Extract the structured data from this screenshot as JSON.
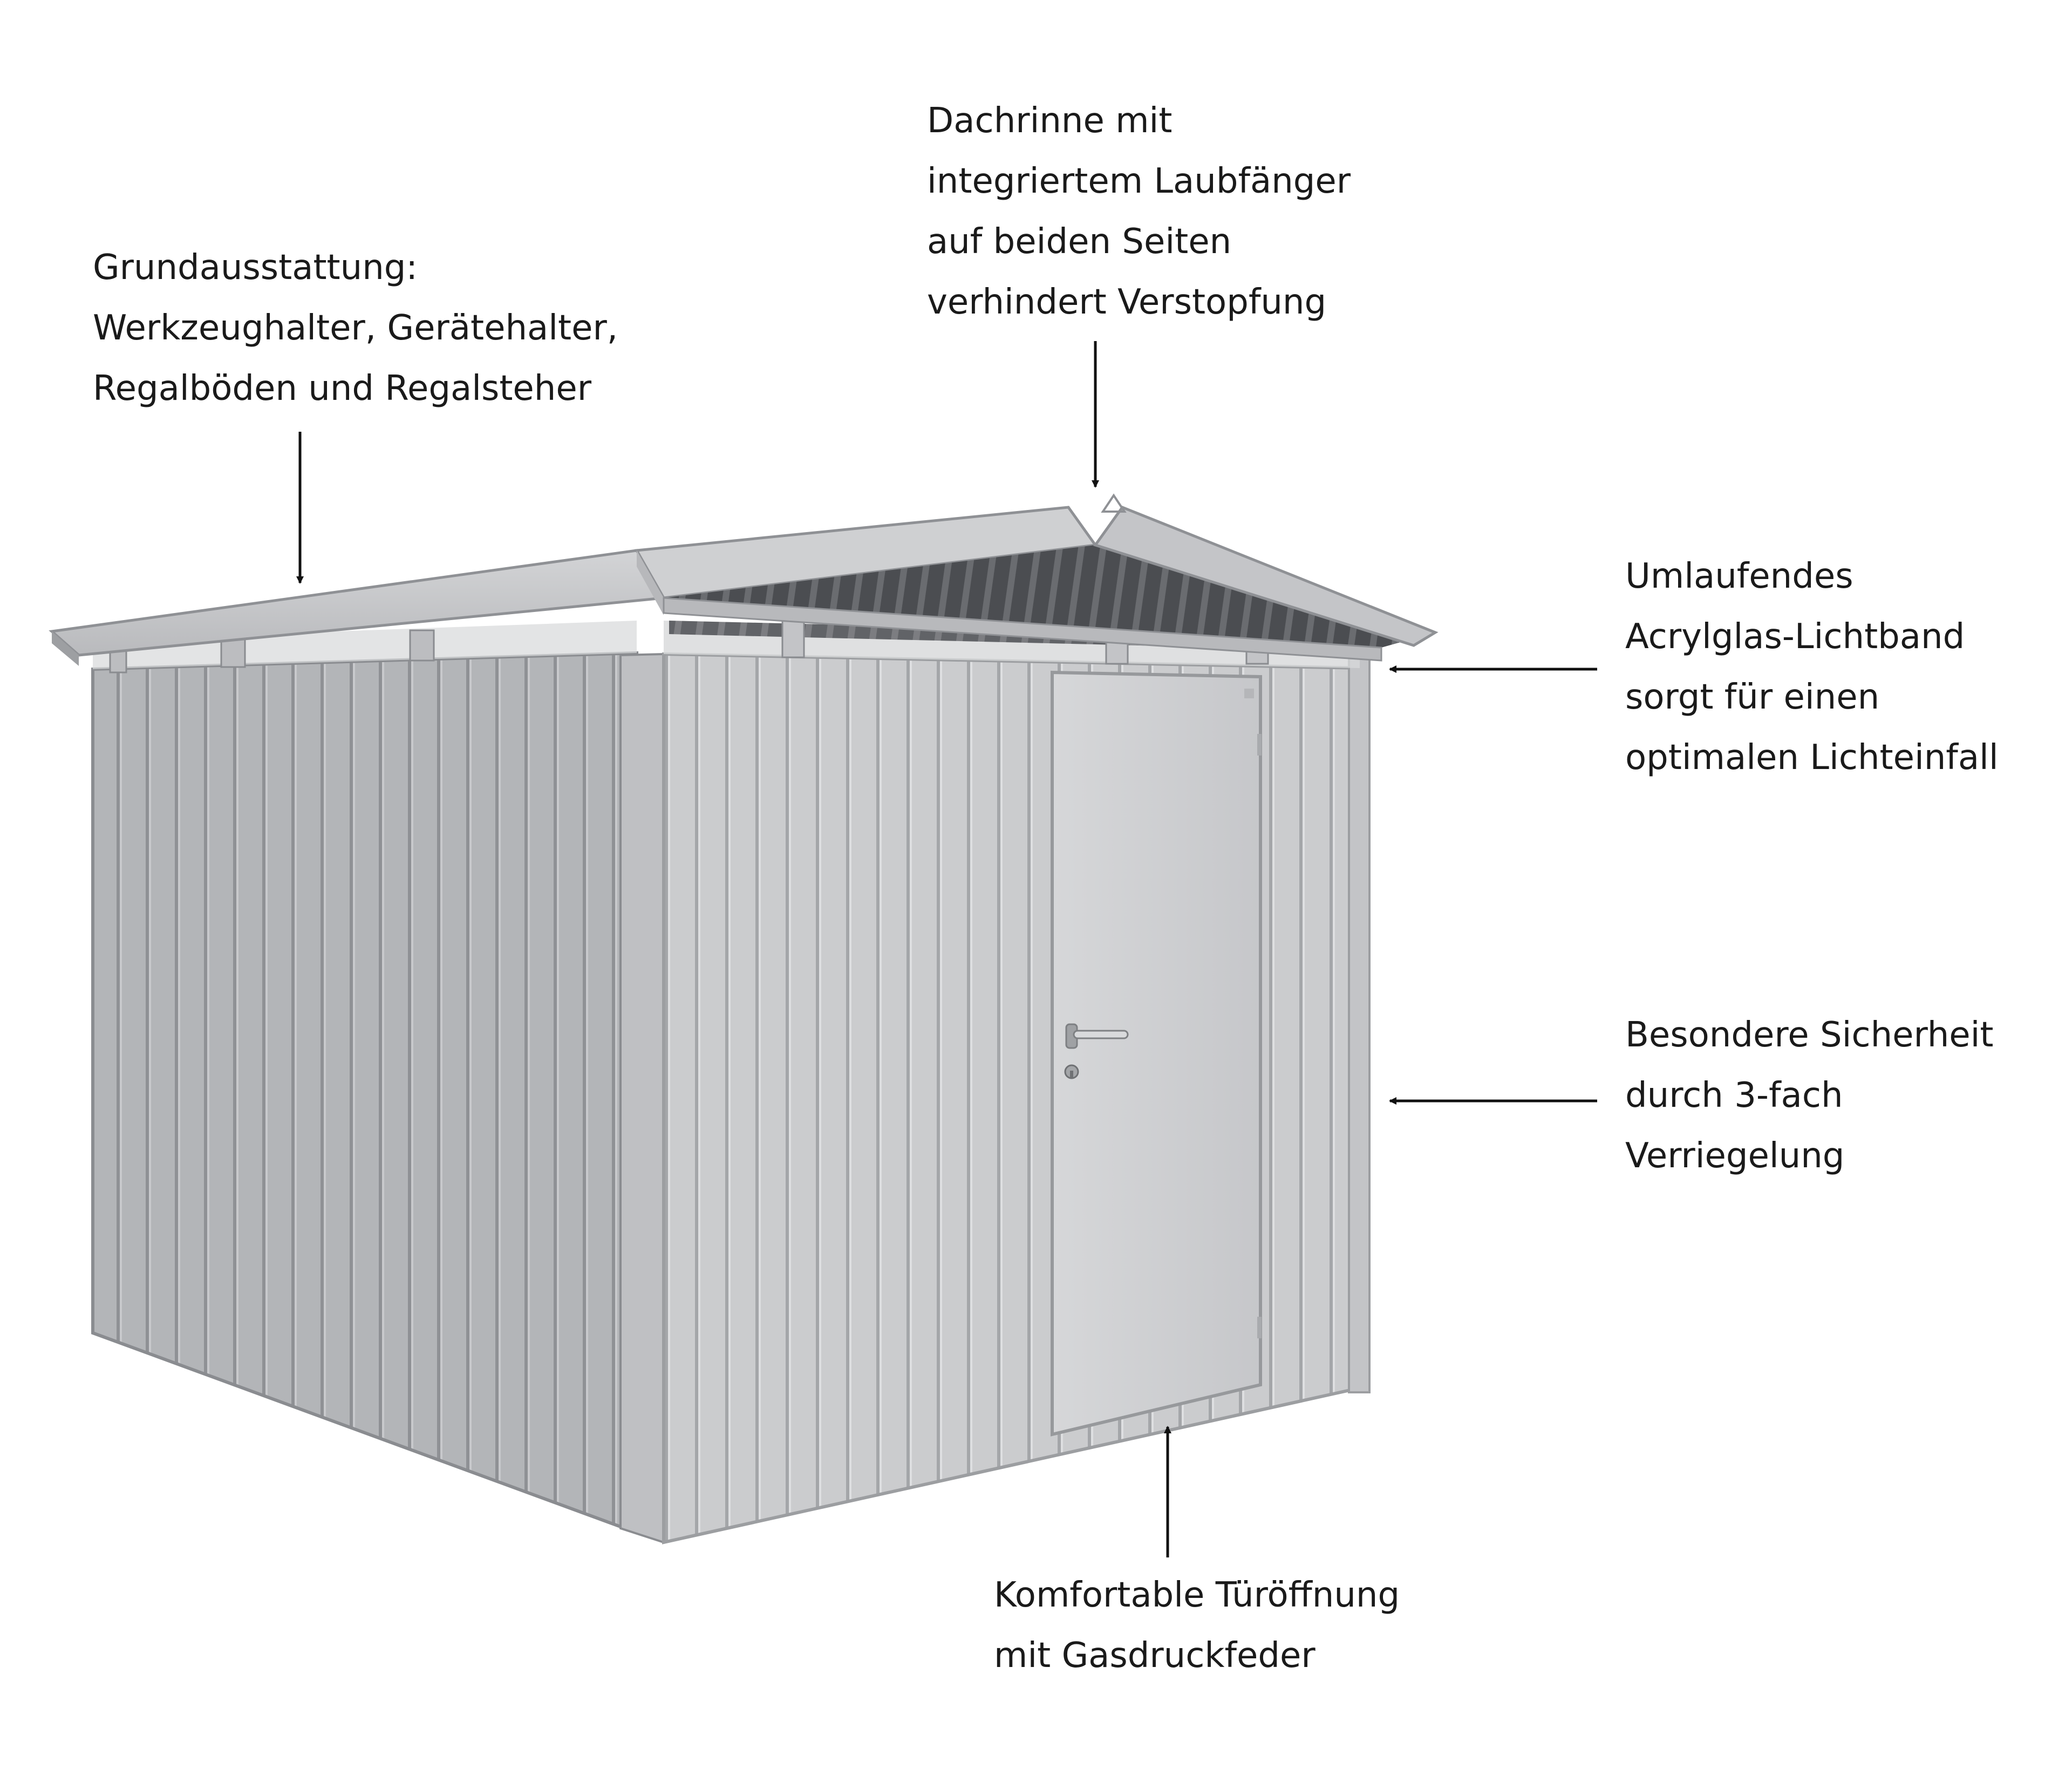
{
  "callouts": {
    "grundausstattung": [
      "Grundausstattung:",
      "Werkzeughalter, Gerätehalter,",
      "Regalböden und Regalsteher"
    ],
    "dachrinne": [
      "Dachrinne mit",
      "integriertem Laubfänger",
      "auf beiden Seiten",
      "verhindert Verstopfung"
    ],
    "lichtband": [
      "Umlaufendes",
      "Acrylglas-Lichtband",
      "sorgt für einen",
      "optimalen Lichteinfall"
    ],
    "sicherheit": [
      "Besondere Sicherheit",
      "durch 3-fach",
      "Verriegelung"
    ],
    "tueroeffnung": [
      "Komfortable Türöffnung",
      "mit Gasdruckfeder"
    ]
  },
  "colors": {
    "text": "#1a1a1a",
    "arrow": "#111111",
    "roof": "#c6c7c9",
    "wall_side": "#aeb0b3",
    "wall_front": "#c9cacc",
    "door": "#cfd0d2"
  },
  "icons": {
    "logo": "biohort-roof-logo"
  }
}
